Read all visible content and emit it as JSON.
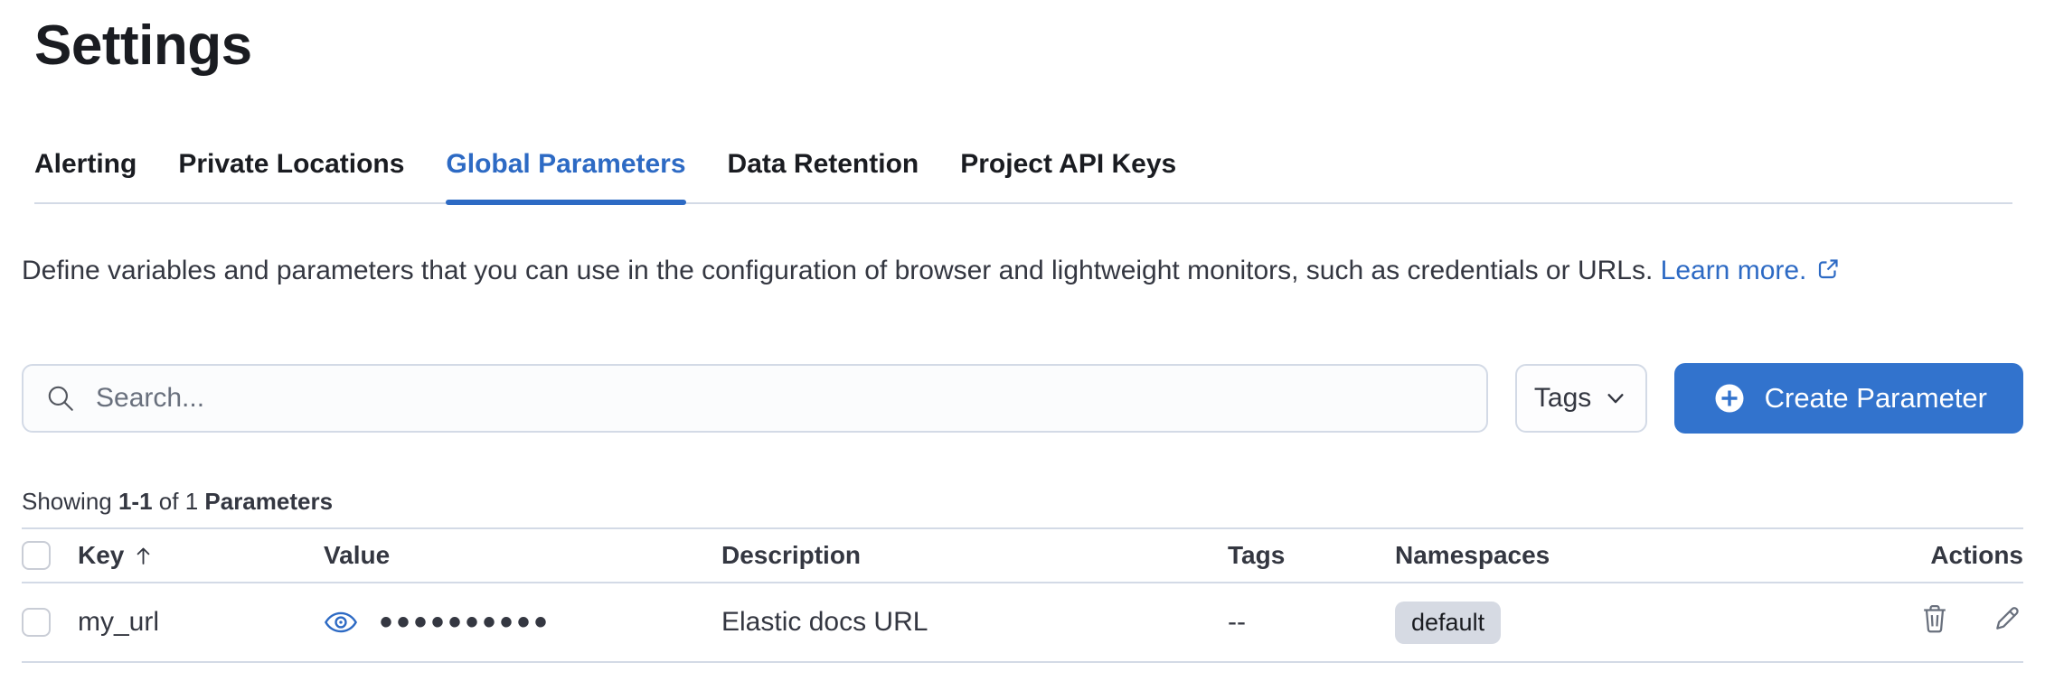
{
  "page_title": "Settings",
  "tabs": {
    "active": "Global Parameters",
    "items": [
      {
        "label": "Alerting"
      },
      {
        "label": "Private Locations"
      },
      {
        "label": "Global Parameters"
      },
      {
        "label": "Data Retention"
      },
      {
        "label": "Project API Keys"
      }
    ]
  },
  "description": {
    "text": "Define variables and parameters that you can use in the configuration of browser and lightweight monitors, such as credentials or URLs.",
    "link_label": "Learn more."
  },
  "toolbar": {
    "search_placeholder": "Search...",
    "tags_label": "Tags",
    "create_label": "Create Parameter"
  },
  "summary": {
    "showing": "Showing",
    "range": "1-1",
    "of": "of 1",
    "entity": "Parameters"
  },
  "table": {
    "headers": {
      "key": "Key",
      "value": "Value",
      "description": "Description",
      "tags": "Tags",
      "namespaces": "Namespaces",
      "actions": "Actions"
    },
    "rows": [
      {
        "key": "my_url",
        "value_masked": "••••••••••",
        "description": "Elastic docs URL",
        "tags": "--",
        "namespace": "default"
      }
    ]
  },
  "icons": {
    "search": "magnifier",
    "tags_dropdown": "chevron-down",
    "create": "plus-in-circle",
    "learn_more": "external-link",
    "show_value": "eye",
    "sort_key": "arrow-up",
    "delete": "trash",
    "edit": "pencil"
  },
  "colors": {
    "primary_button": "#3273cd",
    "link": "#2d6ac4",
    "active_tab": "#2d6ac4",
    "border": "#d3dae6",
    "badge_background": "#d6dae3",
    "text": "#343741",
    "heading": "#1a1c21",
    "icon_gray": "#69707d"
  }
}
